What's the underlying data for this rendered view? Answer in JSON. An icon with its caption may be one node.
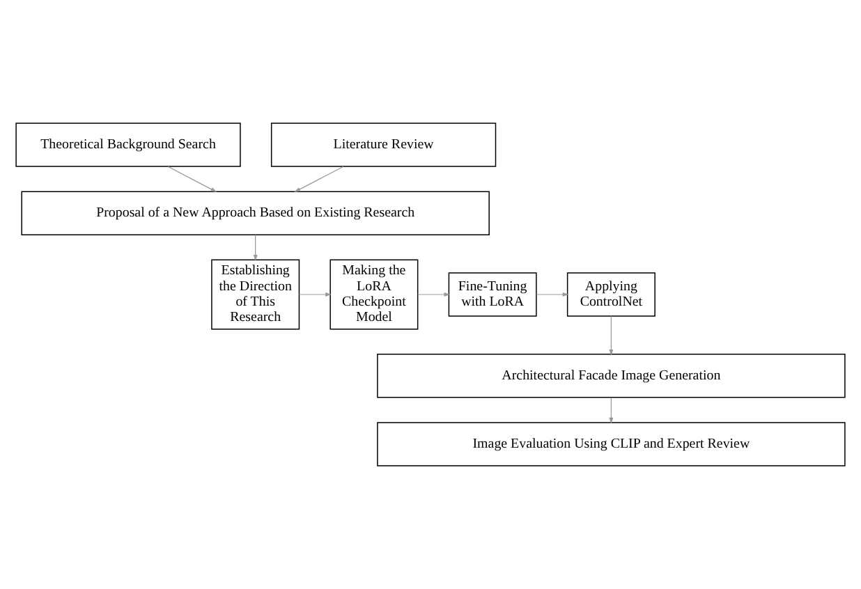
{
  "diagram": {
    "nodes": [
      {
        "text": [
          "Theoretical Background Search"
        ]
      },
      {
        "text": [
          "Literature Review"
        ]
      },
      {
        "text": [
          "Proposal of a New Approach Based on Existing Research"
        ]
      },
      {
        "text": [
          "Establishing the Direction of This Research"
        ]
      },
      {
        "text": [
          "Making the LoRA Checkpoint Model"
        ]
      },
      {
        "text": [
          "Fine-Tuning with LoRA"
        ]
      },
      {
        "text": [
          "Applying ControlNet"
        ]
      },
      {
        "text": [
          "Architectural Facade Image Generation"
        ]
      },
      {
        "text": [
          "Image Evaluation Using CLIP and Expert Review"
        ]
      }
    ],
    "edges": [
      {
        "from": 0,
        "to": 2,
        "arrow": "to"
      },
      {
        "from": 1,
        "to": 2,
        "arrow": "to"
      },
      {
        "from": 2,
        "to": 3,
        "arrow": "to"
      },
      {
        "from": 3,
        "to": 4,
        "arrow": "to"
      },
      {
        "from": 4,
        "to": 5,
        "arrow": "to"
      },
      {
        "from": 5,
        "to": 6,
        "arrow": "to"
      },
      {
        "from": 6,
        "to": 7,
        "arrow": "to"
      },
      {
        "from": 7,
        "to": 8,
        "arrow": "to"
      }
    ]
  }
}
